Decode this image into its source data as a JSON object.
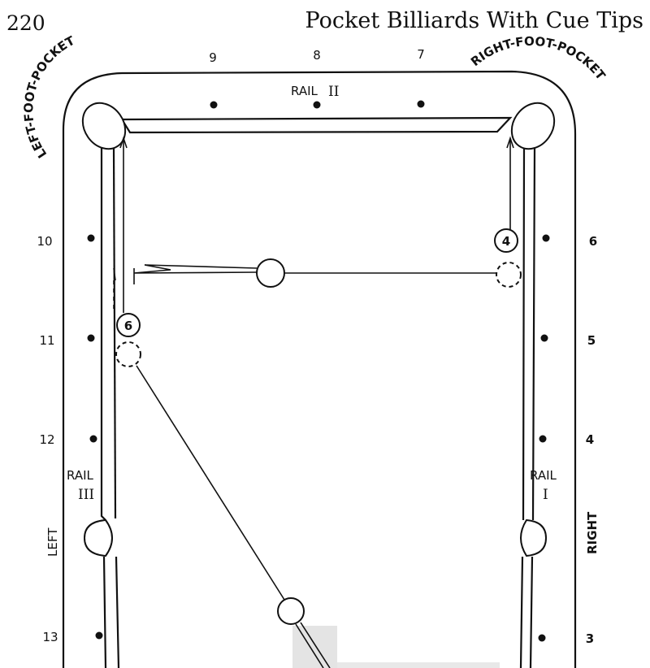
{
  "header": {
    "page_number": "220",
    "running_title": "Pocket Billiards With Cue Tips"
  },
  "pockets": {
    "left_foot": "LEFT-FOOT-POCKET",
    "right_foot": "RIGHT-FOOT-POCKET"
  },
  "rails": {
    "rail_ii": {
      "word": "RAIL",
      "numeral": "II"
    },
    "rail_iii": {
      "word": "RAIL",
      "numeral": "III"
    },
    "rail_i": {
      "word": "RAIL",
      "numeral": "I"
    }
  },
  "sides": {
    "left": "LEFT",
    "right": "RIGHT"
  },
  "diamonds": {
    "top": [
      "9",
      "8",
      "7"
    ],
    "left": [
      "10",
      "11",
      "12",
      "13"
    ],
    "right": [
      "6",
      "5",
      "4",
      "3"
    ]
  },
  "balls": {
    "four": "4",
    "six": "6"
  }
}
